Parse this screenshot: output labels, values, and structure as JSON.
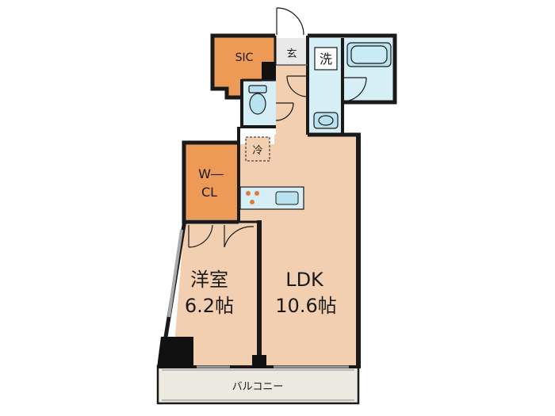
{
  "floorplan": {
    "rooms": {
      "sic": "SIC",
      "entrance": "玄",
      "washroom": "洗",
      "fridge": "冷",
      "wcl_line1": "W―",
      "wcl_line2": "CL",
      "western_name": "洋室",
      "western_size": "6.2帖",
      "ldk_name": "LDK",
      "ldk_size": "10.6帖",
      "balcony": "バルコニー"
    },
    "colors": {
      "floor": "#f3cfb1",
      "storage": "#ec9a55",
      "wet_area": "#d6eef6",
      "wet_fixture": "#b8e2ef",
      "wall": "#1a1a1a",
      "balcony": "#ece9e1"
    }
  }
}
